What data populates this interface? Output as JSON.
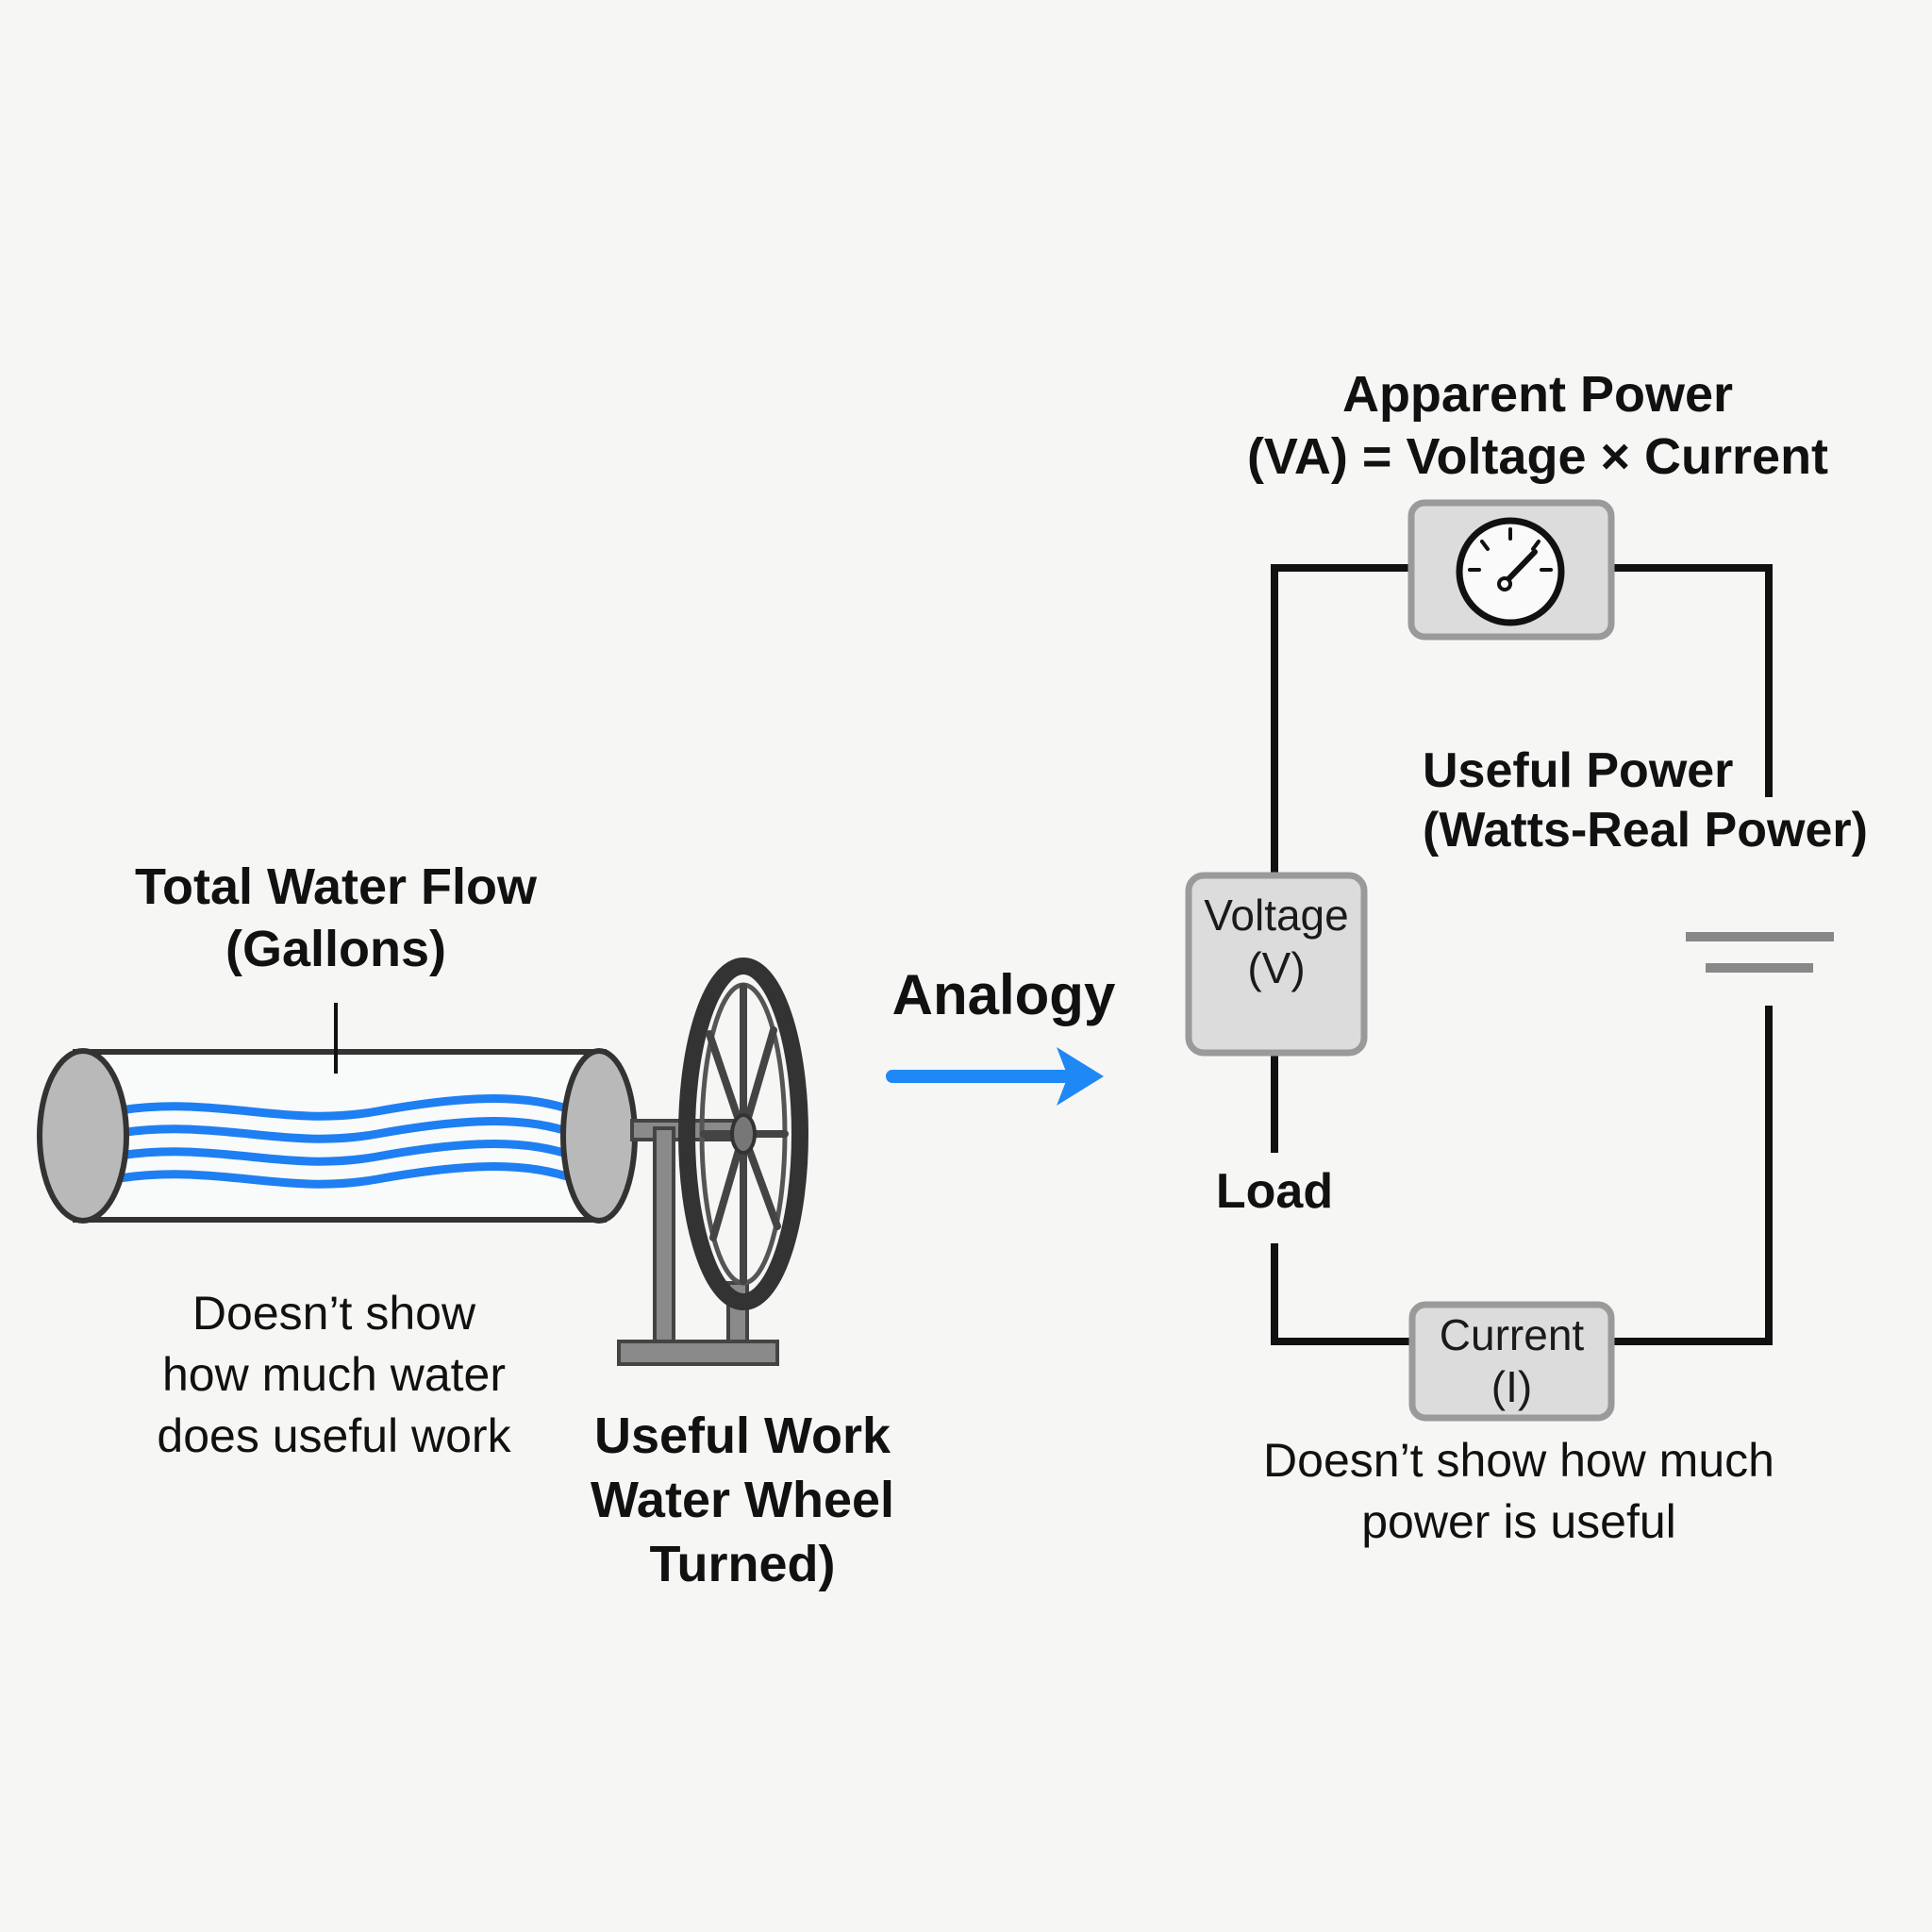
{
  "left": {
    "flow_label": [
      "Total Water Flow",
      "(Gallons)"
    ],
    "note": [
      "Doesn’t show",
      "how much water",
      "does useful work"
    ],
    "wheel_label": [
      "Useful Work",
      "Water Wheel",
      "Turned)"
    ],
    "water_color": "#1e7ff2",
    "pipe_cap_color": "#b9b9b9"
  },
  "center": {
    "analogy_label": "Analogy",
    "arrow_color": "#1e88f5"
  },
  "right": {
    "apparent_power": [
      "Apparent Power",
      "(VA) = Voltage × Current"
    ],
    "useful_power": [
      "Useful Power",
      "(Watts-Real Power)"
    ],
    "voltage_box": [
      "Voltage",
      "(V)"
    ],
    "current_box": [
      "Current",
      "(I)"
    ],
    "load_label": "Load",
    "note": [
      "Doesn’t show how much",
      "power is useful"
    ],
    "meter_icon": "gauge-icon",
    "box_fill": "#dcdcdc",
    "box_stroke": "#9a9a9a"
  }
}
